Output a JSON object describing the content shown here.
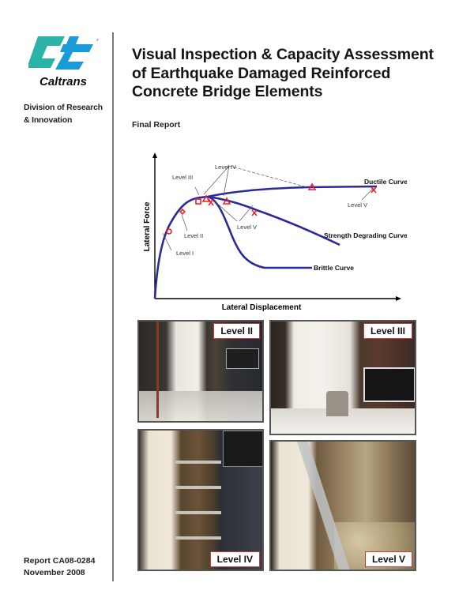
{
  "organization": {
    "logo_wordmark": "Caltrans",
    "division": [
      "Division of Research",
      "& Innovation"
    ],
    "colors": {
      "teal": "#2bb3a8",
      "blue": "#1a9ad9"
    }
  },
  "document": {
    "title_lines": [
      "Visual Inspection & Capacity Assessment",
      "of Earthquake Damaged Reinforced",
      "Concrete Bridge Elements"
    ],
    "subtitle": "Final Report",
    "report_number": "Report CA08-0284",
    "date": "November 2008"
  },
  "chart_data": {
    "type": "line",
    "title": "",
    "xlabel": "Lateral Displacement",
    "ylabel": "Lateral Force",
    "grid": false,
    "series": [
      {
        "name": "Ductile Curve",
        "color": "#2a2a9a"
      },
      {
        "name": "Strength Degrading Curve",
        "color": "#2a2a9a"
      },
      {
        "name": "Brittle Curve",
        "color": "#2a2a9a"
      }
    ],
    "annotations": [
      {
        "label": "Level I",
        "marker": "circle"
      },
      {
        "label": "Level II",
        "marker": "diamond"
      },
      {
        "label": "Level III",
        "marker": "square"
      },
      {
        "label": "Level IV",
        "marker": "triangle"
      },
      {
        "label": "Level V",
        "marker": "x"
      },
      {
        "label": "Level V",
        "marker": "x"
      }
    ],
    "marker_color": "#e8202a"
  },
  "photos": [
    {
      "label": "Level II"
    },
    {
      "label": "Level III"
    },
    {
      "label": "Level IV"
    },
    {
      "label": "Level V"
    }
  ]
}
